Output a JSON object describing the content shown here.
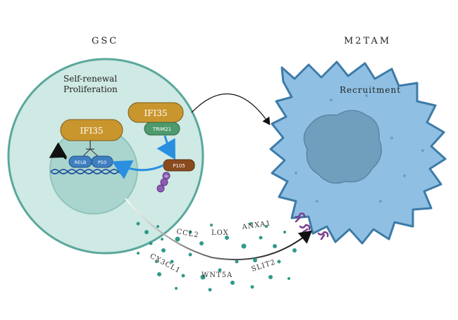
{
  "cells": {
    "gsc_title": "GSC",
    "gsc_process_line1": "Self-renewal",
    "gsc_process_line2": "Proliferation",
    "tam_title": "M2TAM",
    "tam_process": "Recruitment"
  },
  "proteins": {
    "ifi35_nucleus": "IFI35",
    "ifi35_cytoplasm": "IFI35",
    "trim21": "TRIM21",
    "relb": "RELB",
    "p50": "P50",
    "p105": "P105",
    "ubiquitin": "Ub"
  },
  "secreted_factors": [
    "CCL2",
    "LOX",
    "ANXA1",
    "CX3CL1",
    "WNT5A",
    "SLIT2"
  ],
  "colors": {
    "gsc_cell": "#cfe9e4",
    "gsc_border": "#5aa89c",
    "nucleus": "#a9d5ce",
    "ifi35": "#c9962e",
    "trim21": "#4e9a6e",
    "nfkb": "#3f7fc0",
    "p105": "#8a4a1f",
    "ubiquitin": "#8e5bb5",
    "macrophage": "#8fc0e3",
    "macrophage_nucleus": "#6f9fbd",
    "receptor": "#7a3f8e",
    "dots": "#2f9a88",
    "arrow_blue": "#2a8fe0"
  }
}
